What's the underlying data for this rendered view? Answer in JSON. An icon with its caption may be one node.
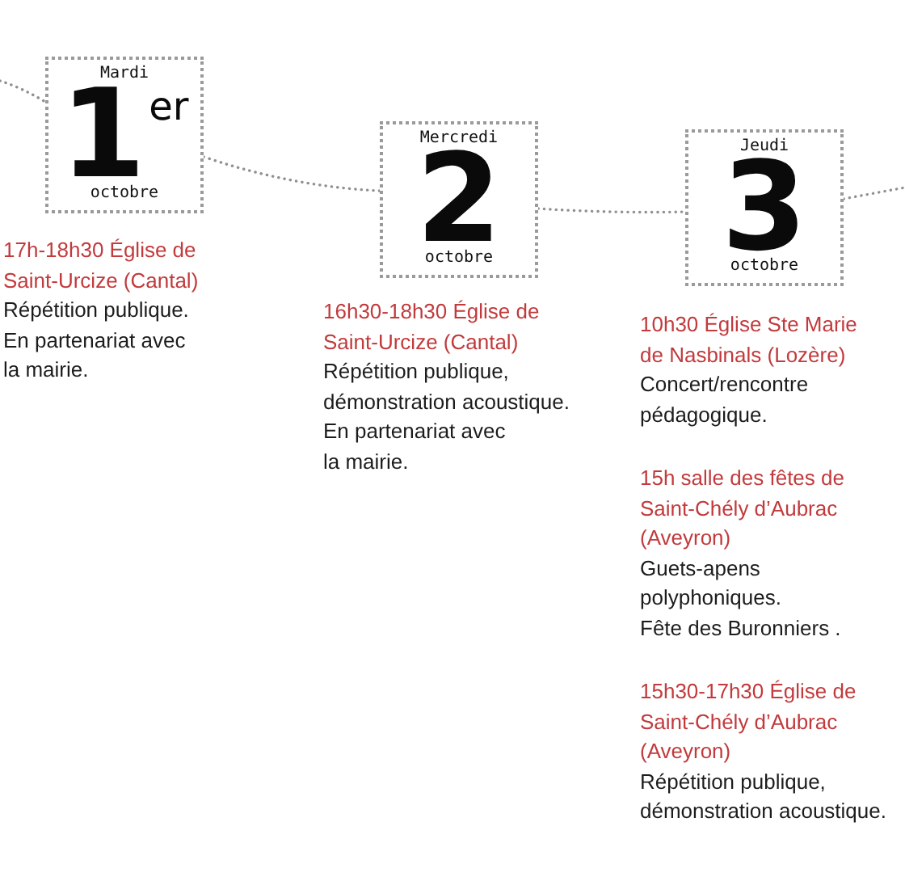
{
  "diagram": {
    "nodes": [
      {
        "text": [
          "Mardi",
          "1$^{er}$",
          "octobre"
        ],
        "beside": [
          "17h-18h30 Église de Saint-Urcize (Cantal)",
          "Répétition publique.",
          "En partenariat avec la mairie."
        ]
      },
      {
        "text": [
          "Mercredi",
          "2",
          "octobre"
        ],
        "beside": [
          "16h30-18h30 Église de Saint-Urcize (Cantal)",
          "Répétition publique, démonstration acoustique.",
          "En partenariat avec la mairie."
        ]
      },
      {
        "text": [
          "Jeudi",
          "3",
          "octobre"
        ],
        "beside": [
          "10h30 Église Ste Marie de Nasbinals (Lozère)",
          "Concert/rencontre pédagogique.",
          "15h salle des fêtes de Saint-Chély d’Aubrac (Aveyron)",
          "Guets-apens polyphoniques.",
          "Fête des Buronniers .",
          "15h30-17h30 Église de Saint-Chély d’Aubrac (Aveyron)",
          "Répétition publique, démonstration acoustique."
        ]
      }
    ],
    "edges": [
      {
        "from": null,
        "to": 0,
        "arrow": "none",
        "style": "dashed"
      },
      {
        "from": 0,
        "to": 1,
        "arrow": "none",
        "style": "dashed"
      },
      {
        "from": 1,
        "to": 2,
        "arrow": "none",
        "style": "dashed"
      },
      {
        "from": 2,
        "to": null,
        "arrow": "none",
        "style": "dashed"
      }
    ]
  }
}
